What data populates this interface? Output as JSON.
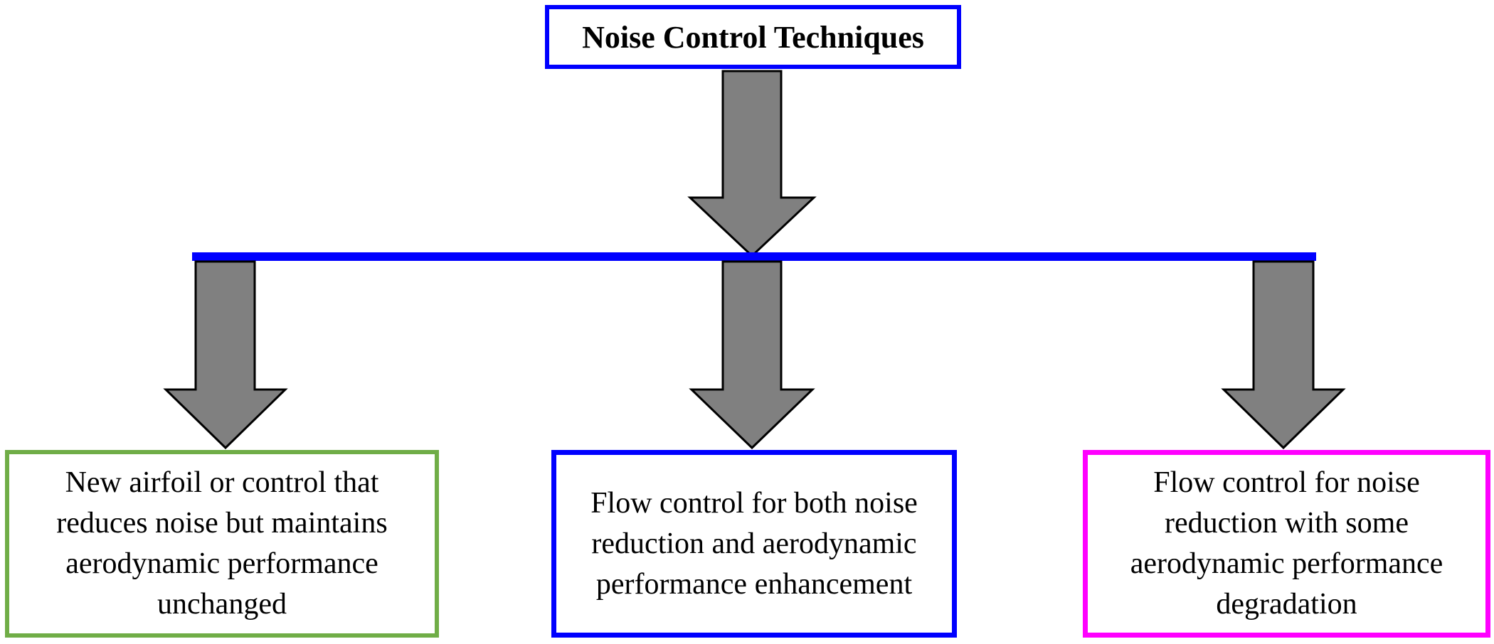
{
  "title": "Noise Control Techniques",
  "branches": [
    {
      "label": "New airfoil or control that reduces noise but maintains aerodynamic performance unchanged",
      "border_color": "#70ad47"
    },
    {
      "label": "Flow control for both noise reduction and aerodynamic performance enhancement",
      "border_color": "#0000ff"
    },
    {
      "label": "Flow control for noise reduction with some aerodynamic performance degradation",
      "border_color": "#ff00ff"
    }
  ],
  "colors": {
    "connector_bar": "#0000ff",
    "arrow_fill": "#808080",
    "arrow_outline": "#000000",
    "title_border": "#0000ff"
  }
}
